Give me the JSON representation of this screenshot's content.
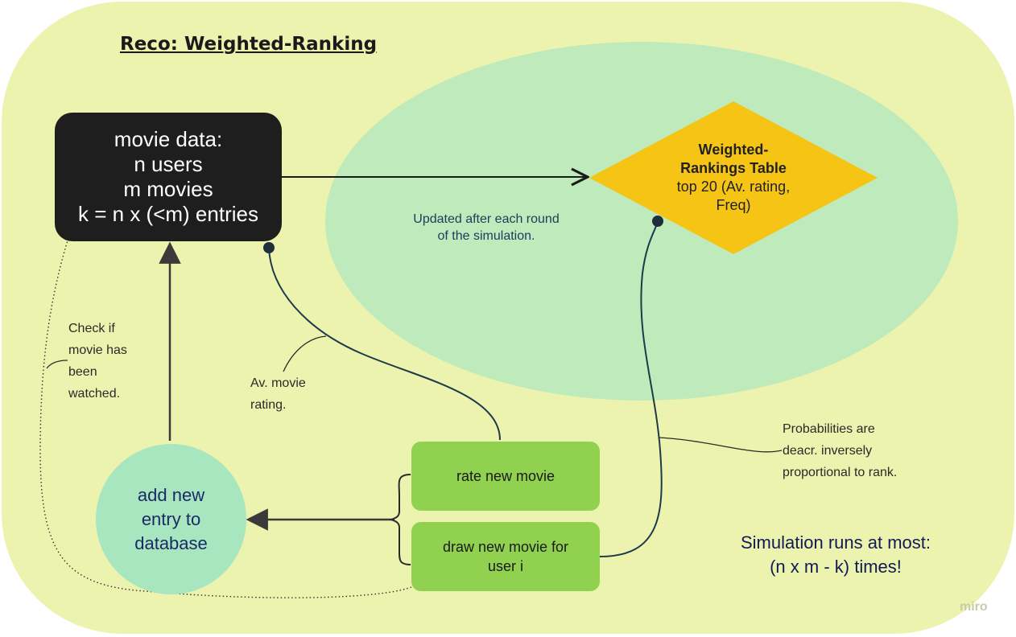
{
  "title": "Reco: Weighted-Ranking",
  "movie_data_box": {
    "lines": [
      "movie data:",
      "n users",
      "m movies",
      "k = n x (<m) entries"
    ]
  },
  "weighted_rankings": {
    "bold_lines": [
      "Weighted-",
      "Rankings Table"
    ],
    "lines": [
      "top 20 (Av. rating,",
      "Freq)"
    ]
  },
  "ellipse_note": "Updated after each round of the simulation.",
  "add_entry_circle": {
    "lines": [
      "add new",
      "entry to",
      "database"
    ]
  },
  "rate_button": {
    "label": "rate new movie"
  },
  "draw_button": {
    "lines": [
      "draw new movie for",
      "user i"
    ]
  },
  "check_note": {
    "lines": [
      "Check if",
      "movie has",
      "been",
      "watched."
    ]
  },
  "avrating_note": {
    "lines": [
      "Av. movie",
      "rating."
    ]
  },
  "probabilities_note": {
    "lines": [
      "Probabilities are",
      "deacr. inversely",
      "proportional to rank."
    ]
  },
  "simulation_note": {
    "lines": [
      "Simulation runs at most:",
      "(n x m - k) times!"
    ]
  },
  "watermark": "miro",
  "colors": {
    "background": "#ecf3ae",
    "ellipse": "#bfeabb",
    "diamond": "#f6c414",
    "black_box": "#1e1e1e",
    "circle": "#a8e6c0",
    "buttons": "#90d150"
  }
}
